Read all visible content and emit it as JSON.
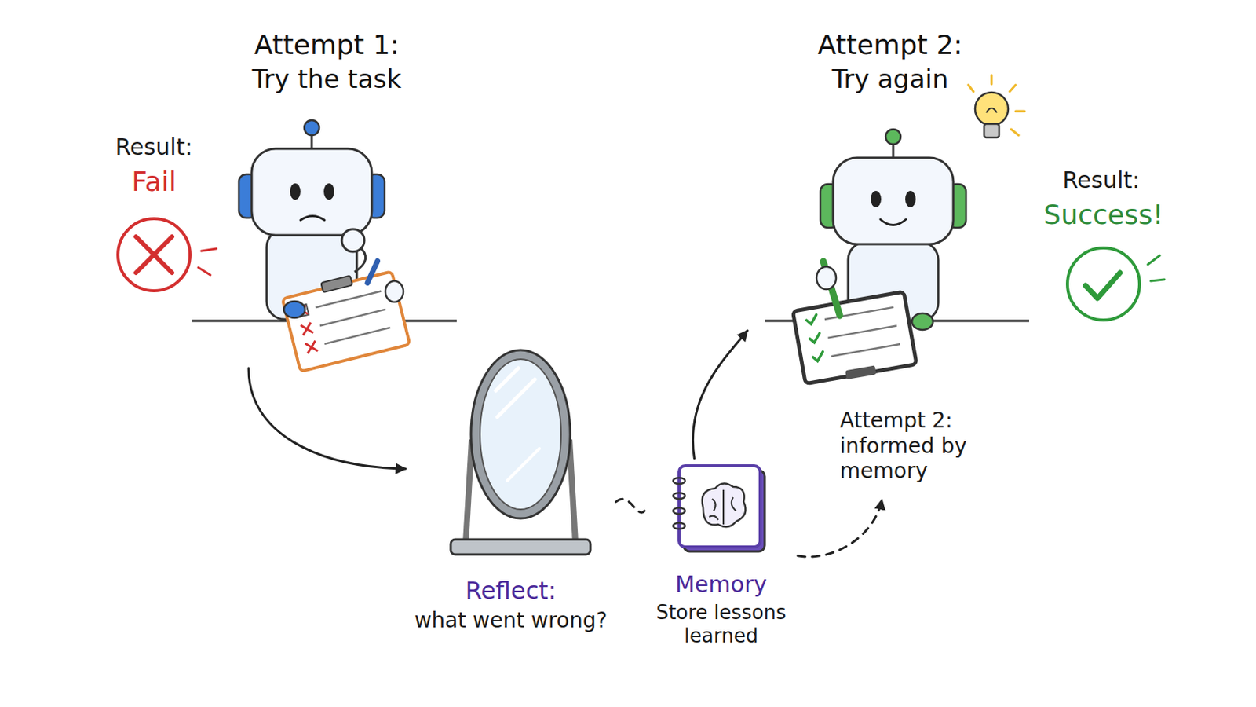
{
  "diagram": {
    "nodes": [
      {
        "text": [
          "Attempt 1:",
          "Try the task"
        ]
      },
      {
        "text": [
          "Reflect:",
          "what went wrong?"
        ]
      },
      {
        "text": [
          "Memory",
          "Store lessons learned"
        ]
      },
      {
        "text": [
          "Attempt 2:",
          "Try again"
        ]
      },
      {
        "text": [
          "Attempt 2: informed by memory"
        ]
      }
    ],
    "edges": [
      {
        "from": 0,
        "to": 1,
        "arrow": "to"
      },
      {
        "from": 1,
        "to": 2,
        "arrow": "none"
      },
      {
        "from": 2,
        "to": 3,
        "arrow": "to"
      },
      {
        "from": 2,
        "to": 4,
        "arrow": "to"
      }
    ],
    "labels": [
      "Result:",
      "Fail",
      "Result:",
      "Success!"
    ]
  }
}
